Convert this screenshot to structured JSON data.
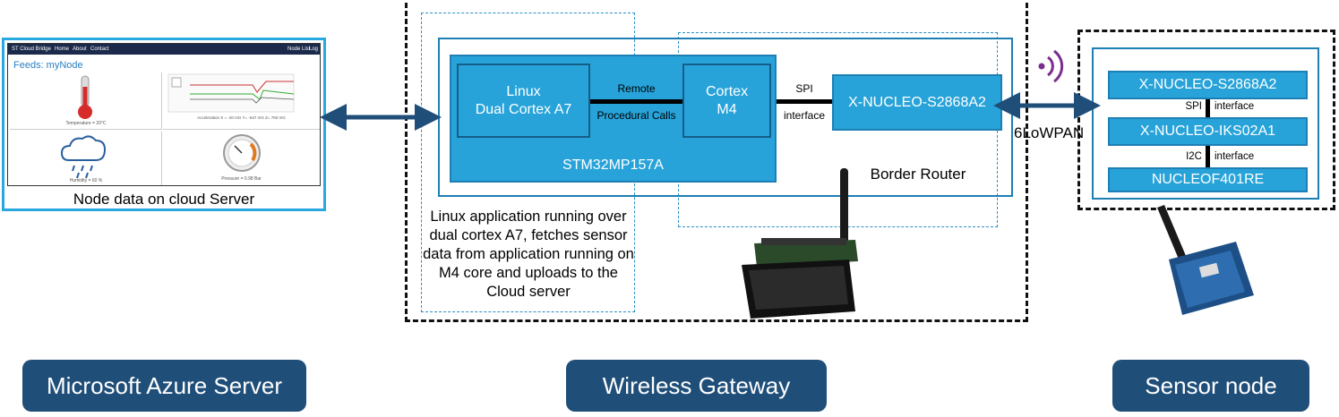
{
  "server": {
    "nav_brand": "ST Cloud Bridge",
    "nav_items": [
      "Home",
      "About",
      "Contact"
    ],
    "nav_right": [
      "Node List",
      "Log off"
    ],
    "feeds_title": "Feeds: myNode",
    "temperature_label": "Temperature = 20°C",
    "acceleration_label": "Acceleration X = -20 mG Y= -647 mG Z= 760 mG",
    "humidity_label": "Humidity = 60 %",
    "pressure_label": "Pressure = 0.98 Bar",
    "caption": "Node data on cloud Server"
  },
  "gateway": {
    "linux_line1": "Linux",
    "linux_line2": "Dual Cortex A7",
    "rpc_line1": "Remote",
    "rpc_line2": "Procedural Calls",
    "cortex_line1": "Cortex",
    "cortex_line2": "M4",
    "spi_line1": "SPI",
    "spi_line2": "interface",
    "xnucleo": "X-NUCLEO-S2868A2",
    "mpu": "STM32MP157A",
    "border_router": "Border Router",
    "linux_app_text": "Linux application running over dual cortex A7, fetches sensor data from application running on M4 core and uploads to the Cloud server",
    "link_label": "6LoWPAN"
  },
  "sensor": {
    "board1": "X-NUCLEO-S2868A2",
    "spi_label": "SPI",
    "spi_interface": "interface",
    "board2": "X-NUCLEO-IKS02A1",
    "i2c_label": "I2C",
    "i2c_interface": "interface",
    "board3": "NUCLEOF401RE"
  },
  "labels": {
    "azure": "Microsoft Azure Server",
    "gateway": "Wireless Gateway",
    "sensor_node": "Sensor node"
  },
  "colors": {
    "block_blue": "#27a3d9",
    "border_blue": "#1e7fb4",
    "pill_navy": "#1f4e79",
    "arrow_navy": "#1f4e79",
    "wireless_purple": "#7b2d8e"
  }
}
